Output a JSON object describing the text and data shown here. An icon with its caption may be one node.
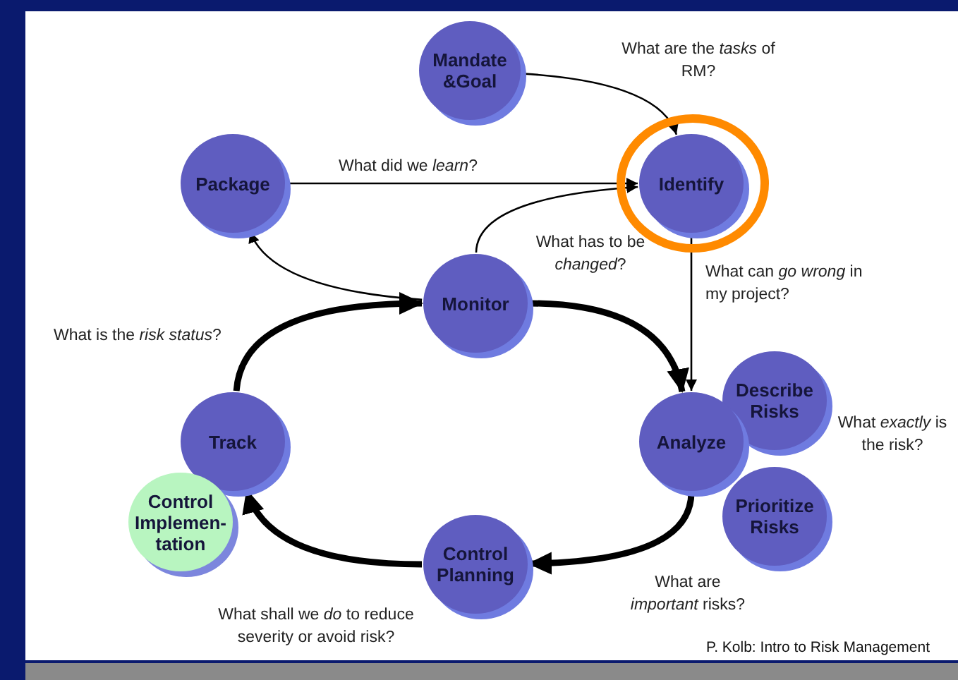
{
  "diagram": {
    "caption": "P. Kolb: Intro to Risk Management",
    "nodes": [
      {
        "text": [
          "Mandate &Goal"
        ]
      },
      {
        "text": [
          "Package"
        ]
      },
      {
        "text": [
          "Identify"
        ]
      },
      {
        "text": [
          "Monitor"
        ]
      },
      {
        "text": [
          "Track"
        ]
      },
      {
        "text": [
          "Control Implemen- tation"
        ]
      },
      {
        "text": [
          "Analyze"
        ]
      },
      {
        "text": [
          "Describe Risks"
        ]
      },
      {
        "text": [
          "Prioritize Risks"
        ]
      },
      {
        "text": [
          "Control Planning"
        ]
      }
    ],
    "edges": [
      {
        "from": 0,
        "to": 2,
        "arrow": "to",
        "label": "What are the *tasks* of RM?"
      },
      {
        "from": 1,
        "to": 2,
        "arrow": "to",
        "label": "What did we *learn*?"
      },
      {
        "from": 3,
        "to": 2,
        "arrow": "to",
        "label": "What has to be *changed*?"
      },
      {
        "from": 3,
        "to": 1,
        "arrow": "to"
      },
      {
        "from": 2,
        "to": 6,
        "arrow": "to",
        "label": "What can *go wrong* in my project?"
      },
      {
        "from": 3,
        "to": 6,
        "arrow": "to",
        "style": "thick"
      },
      {
        "from": 6,
        "to": 9,
        "arrow": "to",
        "style": "thick",
        "label": "What are *important* risks?"
      },
      {
        "from": 9,
        "to": 4,
        "arrow": "to",
        "style": "thick",
        "label": "What shall we *do* to reduce severity or avoid risk?"
      },
      {
        "from": 4,
        "to": 3,
        "arrow": "to",
        "style": "thick",
        "label": "What is the *risk status*?"
      }
    ],
    "labels": [
      "What *exactly* is the risk?"
    ]
  }
}
